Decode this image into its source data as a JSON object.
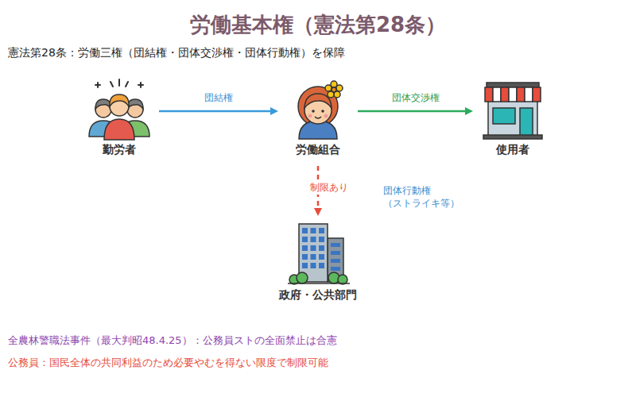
{
  "diagram": {
    "title": "労働基本権（憲法第28条）",
    "nodes": [
      {
        "text": [
          "勤労者"
        ]
      },
      {
        "text": [
          "労働組合"
        ]
      },
      {
        "text": [
          "使用者"
        ]
      },
      {
        "text": [
          "政府・公共部門"
        ]
      }
    ],
    "edges": [
      {
        "from": 0,
        "to": 1,
        "arrow": "to",
        "label": "団結権"
      },
      {
        "from": 1,
        "to": 2,
        "arrow": "to",
        "label": "団体交渉権"
      },
      {
        "from": 1,
        "to": 3,
        "arrow": "to",
        "label": "制限あり"
      }
    ],
    "labels": [
      "憲法第28条：労働三権（団結権・団体交渉権・団体行動権）を保障",
      "団体行動権 （ストライキ等）",
      "全農林警職法事件（最大判昭48.4.25）：公務員ストの全面禁止は合憲",
      "公務員：国民全体の共同利益のため必要やむを得ない限度で制限可能"
    ]
  }
}
